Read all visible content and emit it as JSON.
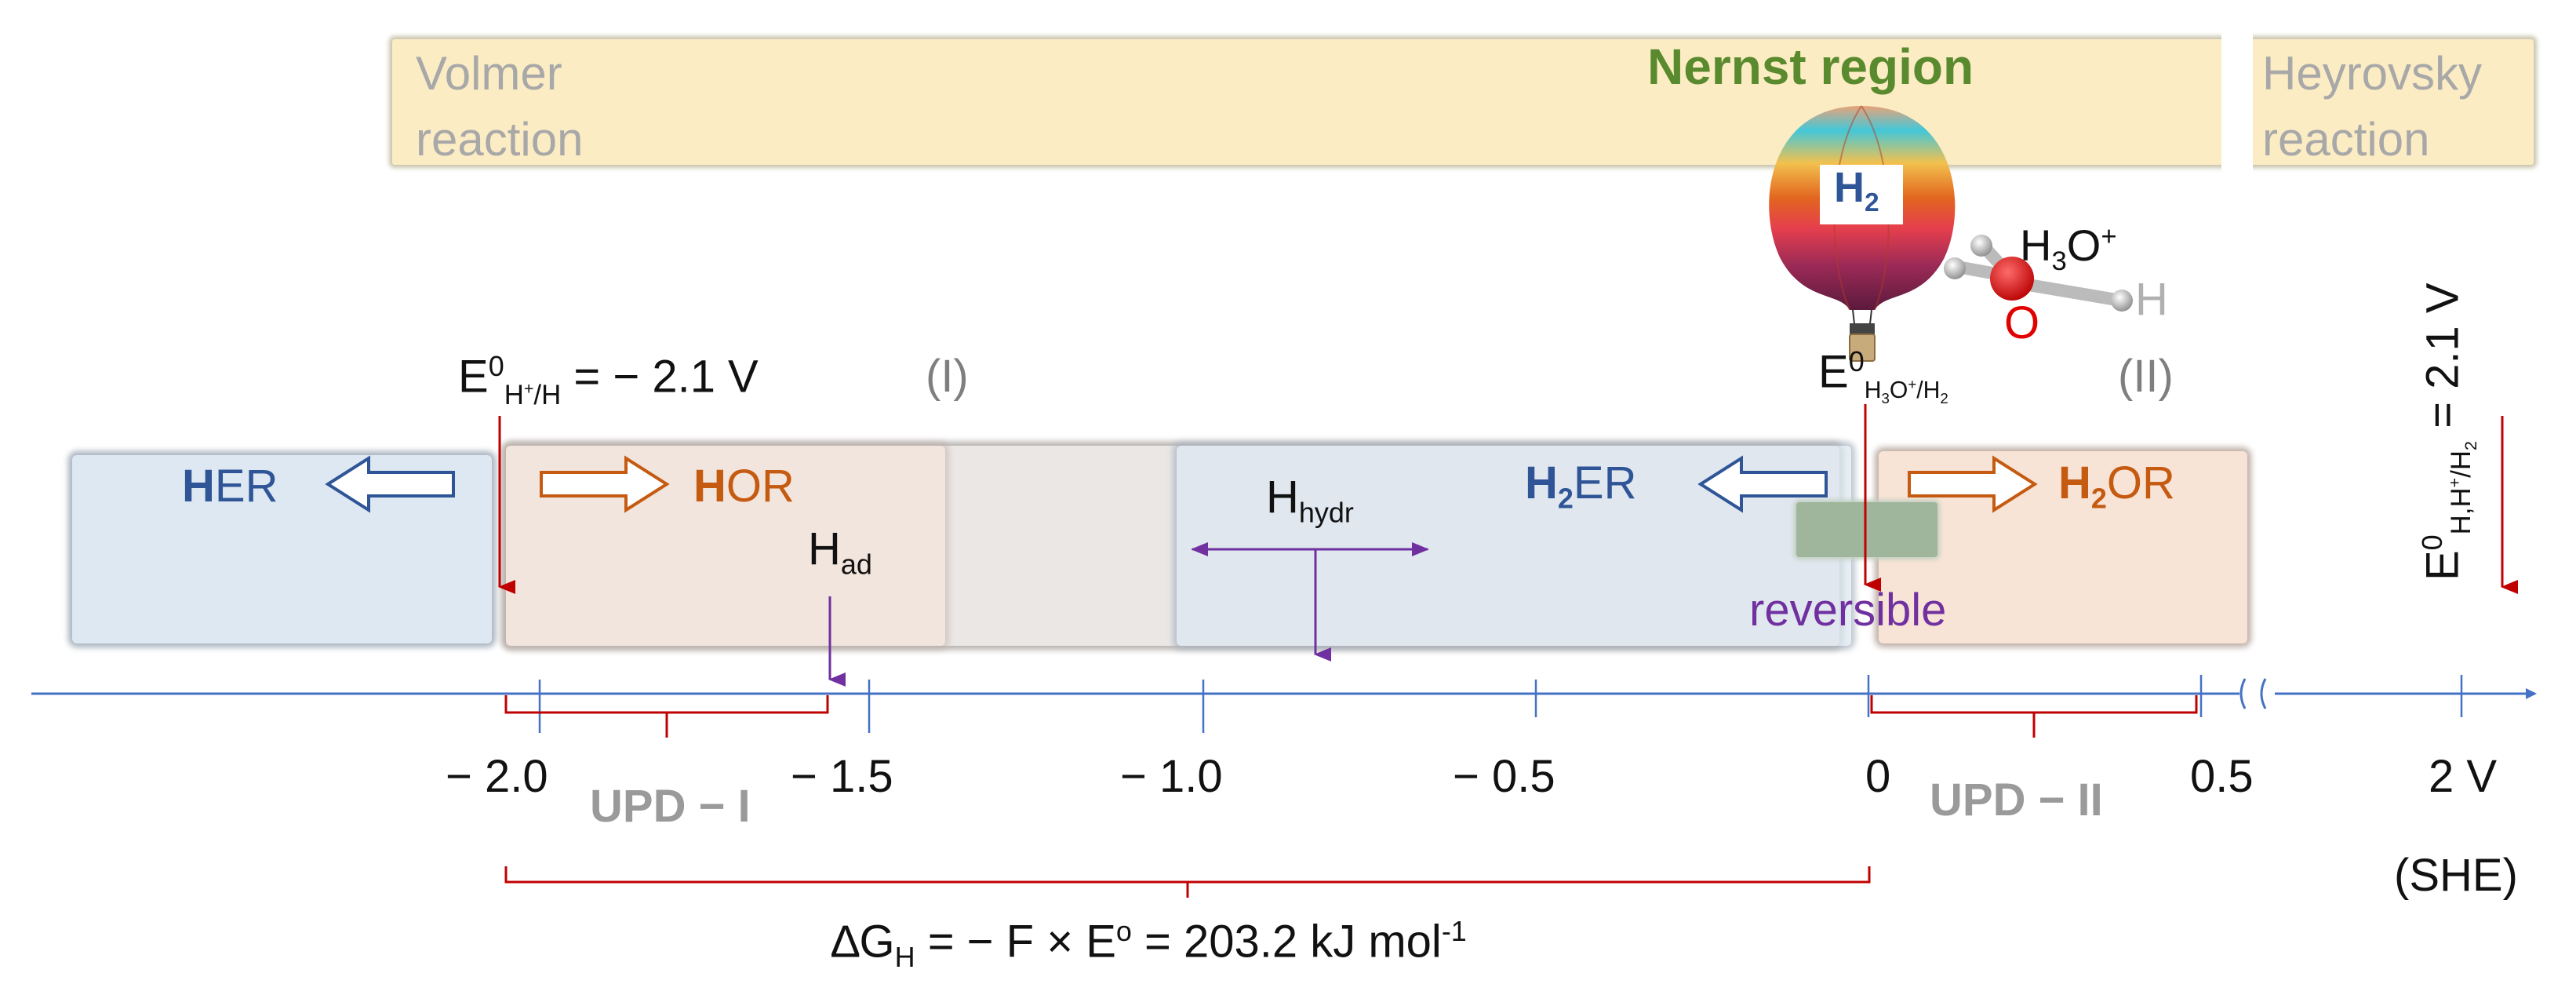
{
  "band": {
    "left_line1": "Volmer",
    "left_line2": "reaction",
    "center": "Nernst  region",
    "right_line1": "Heyrovsky",
    "right_line2": "reaction"
  },
  "balloon": {
    "label": "H",
    "label_sub": "2"
  },
  "molecule": {
    "formula_main": "H",
    "formula_sub": "3",
    "formula_rest": "O",
    "formula_sup": "+",
    "o_label": "O",
    "h_label": "H"
  },
  "potentials": {
    "left": {
      "e": "E",
      "e_sup": "0",
      "sub1": "H",
      "sub1_sup": "+",
      "sub2": "/H",
      "value": " = − 2.1 V"
    },
    "right": {
      "e": "E",
      "e_sup": "0",
      "sub_a": "H",
      "sub_b": "3",
      "sub_c": "O",
      "sub_sup": "+",
      "sub_d": "/H",
      "sub_e": "2"
    },
    "vertical": {
      "text_e": "E",
      "text_sup": "0",
      "text_sub": "H,H",
      "text_sub_sup": "+",
      "text_sub2": "/H",
      "text_sub3": "2",
      "text_value": " = 2.1 V"
    },
    "region_I": "(I)",
    "region_II": "(II)"
  },
  "processes": {
    "her_bold": "H",
    "her_rest": "ER",
    "hor_bold": "H",
    "hor_rest": "OR",
    "h2er_bold": "H",
    "h2er_sub": "2",
    "h2er_rest": "ER",
    "h2or_bold": "H",
    "h2or_sub": "2",
    "h2or_rest": "OR",
    "had_main": "H",
    "had_sub": "ad",
    "hhydr_main": "H",
    "hhydr_sub": "hydr",
    "reversible": "reversible"
  },
  "axis": {
    "ticks": [
      "− 2.0",
      "− 1.5",
      "− 1.0",
      "− 0.5",
      "0",
      "0.5",
      "2 V"
    ],
    "unit": "(SHE)",
    "upd1": "UPD − I",
    "upd2": "UPD − II"
  },
  "delta_g": {
    "pre": "∆G",
    "sub": "H",
    "mid": " = − F × E",
    "sup": "o",
    "value": " = 203.2 kJ mol",
    "exp": "-1"
  },
  "colors": {
    "axis": "#4472c4",
    "red": "#c00000",
    "purple": "#7030a0",
    "blue_text": "#2f5597",
    "orange_text": "#c55a11",
    "nernst": "#5a8a2e",
    "band": "#fbecc4"
  }
}
